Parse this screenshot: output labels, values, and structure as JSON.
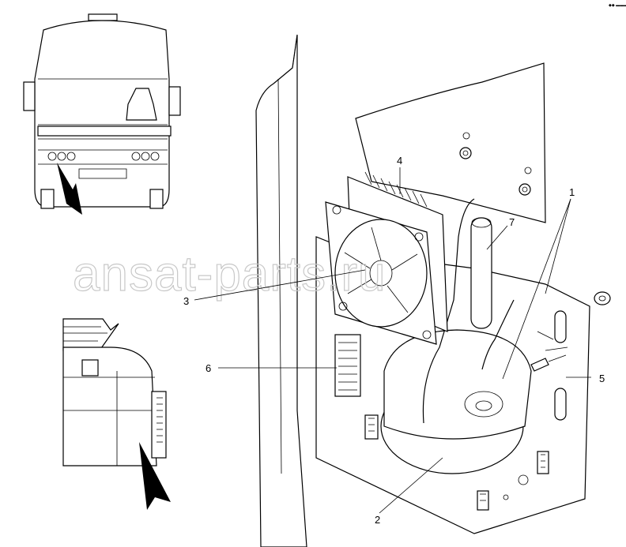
{
  "callouts": {
    "c1": "1",
    "c2": "2",
    "c3": "3",
    "c4": "4",
    "c5": "5",
    "c6": "6",
    "c7": "7"
  },
  "watermark": "ansat-parts.ru",
  "corner_mark": "◆◆ ▬▬▬",
  "colors": {
    "line": "#000000",
    "watermark": "#c8c8c8",
    "background": "#ffffff"
  }
}
